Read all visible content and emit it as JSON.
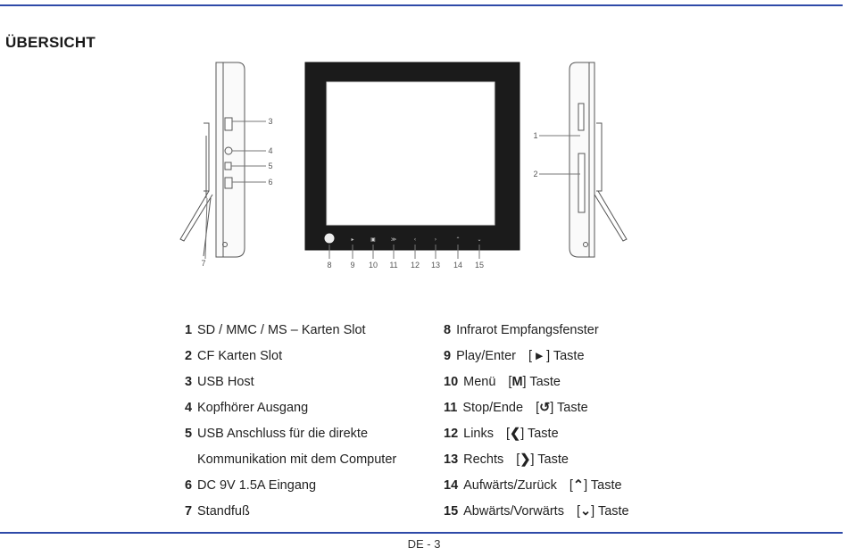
{
  "heading": "ÜBERSICHT",
  "figure_callouts": [
    "1",
    "2",
    "3",
    "4",
    "5",
    "6",
    "7",
    "8",
    "9",
    "10",
    "11",
    "12",
    "13",
    "14",
    "15"
  ],
  "left_list": [
    {
      "num": "1",
      "text": "SD / MMC / MS – Karten Slot"
    },
    {
      "num": "2",
      "text": "CF Karten Slot"
    },
    {
      "num": "3",
      "text": "USB Host"
    },
    {
      "num": "4",
      "text": "Kopfhörer Ausgang"
    },
    {
      "num": "5",
      "text": "USB Anschluss für die direkte",
      "text2": "Kommunikation mit dem Computer"
    },
    {
      "num": "6",
      "text": "DC 9V 1.5A Eingang"
    },
    {
      "num": "7",
      "text": "Standfuß"
    }
  ],
  "right_list": [
    {
      "num": "8",
      "text": "Infrarot Empfangsfenster",
      "key": "",
      "glyph": "",
      "suffix": ""
    },
    {
      "num": "9",
      "text": "Play/Enter",
      "key": "[ ",
      "glyph": "▸",
      "suffix": " ] Taste"
    },
    {
      "num": "10",
      "text": "Menü",
      "key": "[",
      "glyph": "M",
      "suffix": "] Taste"
    },
    {
      "num": "11",
      "text": "Stop/Ende",
      "key": "[",
      "glyph": "↺",
      "suffix": "] Taste"
    },
    {
      "num": "12",
      "text": "Links",
      "key": "[",
      "glyph": "❮",
      "suffix": "] Taste"
    },
    {
      "num": "13",
      "text": "Rechts",
      "key": "[",
      "glyph": "❯",
      "suffix": "] Taste"
    },
    {
      "num": "14",
      "text": "Aufwärts/Zurück",
      "key": "[",
      "glyph": "⌃",
      "suffix": "] Taste"
    },
    {
      "num": "15",
      "text": "Abwärts/Vorwärts",
      "key": "[",
      "glyph": "⌄",
      "suffix": "] Taste"
    }
  ],
  "page_number": "DE - 3"
}
